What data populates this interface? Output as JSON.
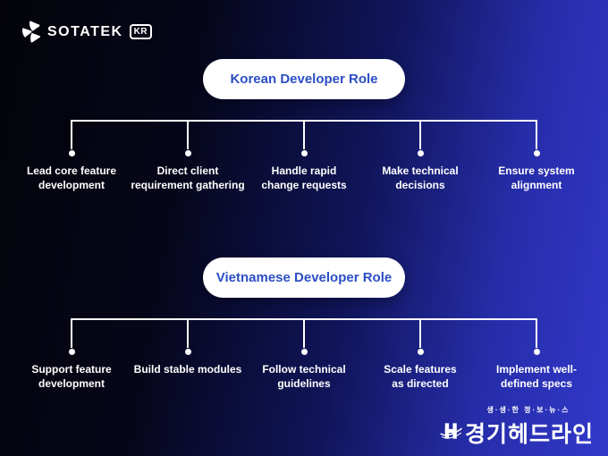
{
  "brand": {
    "name": "SOTATEK",
    "badge": "KR"
  },
  "sections": [
    {
      "title": "Korean Developer Role",
      "items": [
        "Lead core feature\ndevelopment",
        "Direct client\nrequirement gathering",
        "Handle rapid\nchange requests",
        "Make technical\ndecisions",
        "Ensure system\nalignment"
      ]
    },
    {
      "title": "Vietnamese Developer Role",
      "items": [
        "Support feature\ndevelopment",
        "Build stable modules",
        "Follow technical\nguidelines",
        "Scale features\nas directed",
        "Implement well-\ndefined specs"
      ]
    }
  ],
  "footer_logo": {
    "tagline": "생·생·한 정·보·뉴·스",
    "name": "경기헤드라인"
  },
  "colors": {
    "accent_blue": "#2b4ec4",
    "bg_dark": "#030309",
    "bg_blue": "#3238ca",
    "line_white": "#ffffff"
  }
}
